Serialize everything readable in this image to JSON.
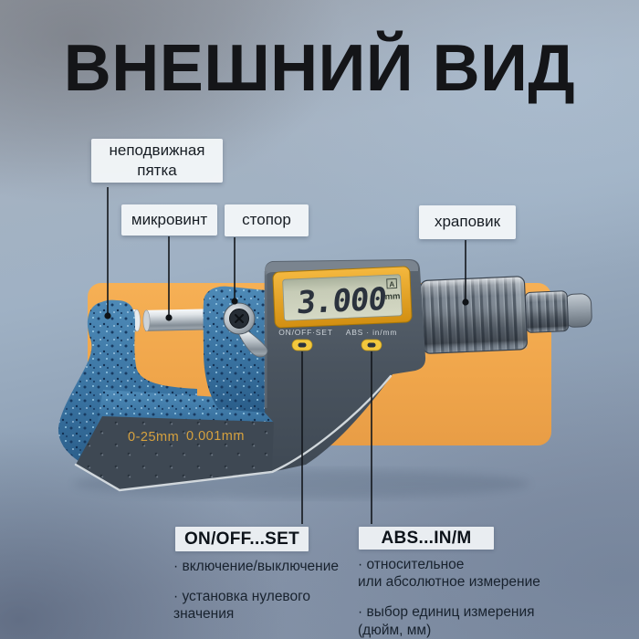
{
  "title": "ВНЕШНИЙ ВИД",
  "callouts": {
    "anvil": {
      "label": "неподвижная пятка"
    },
    "screw": {
      "label": "микровинт"
    },
    "lock": {
      "label": "стопор"
    },
    "ratchet": {
      "label": "храповик"
    }
  },
  "device": {
    "lcd_value": "3.000",
    "lcd_mode": "A",
    "lcd_unit": "mm",
    "button_left_label": "ON/OFF·SET",
    "button_right_label": "ABS · in/mm",
    "range": "0-25mm",
    "resolution": "0.001mm"
  },
  "legend": {
    "onoff": {
      "title": "ON/OFF...SET",
      "bullet1": "· включение/выключение",
      "bullet2": "· установка нулевого\nзначения"
    },
    "abs": {
      "title": "ABS...IN/M",
      "bullet1": "· относительное\nили абсолютное измерение",
      "bullet2": "· выбор единиц измерения\n(дюйм, мм)"
    }
  },
  "colors": {
    "backdrop_orange": "#f0a64c",
    "frame_blue": "#3a73a2",
    "body_gray": "#4a545f",
    "bezel_orange": "#e8a31f",
    "button_yellow": "#f2c83e",
    "lcd": "#ccd1bd"
  }
}
